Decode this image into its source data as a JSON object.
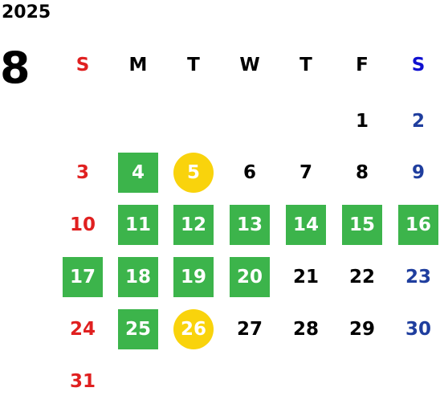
{
  "year": "2025",
  "month": "8",
  "weekdays": [
    {
      "label": "S",
      "color": "#e02020"
    },
    {
      "label": "M",
      "color": "#000000"
    },
    {
      "label": "T",
      "color": "#000000"
    },
    {
      "label": "W",
      "color": "#000000"
    },
    {
      "label": "T",
      "color": "#000000"
    },
    {
      "label": "F",
      "color": "#000000"
    },
    {
      "label": "S",
      "color": "#1010d0"
    }
  ],
  "colors": {
    "sunday": "#e02020",
    "saturday": "#1f3e9e",
    "weekday": "#000000",
    "highlight_box": "#3cb44b",
    "highlight_circle": "#f9d30c"
  },
  "weeks": [
    [
      null,
      null,
      null,
      null,
      null,
      {
        "d": "1"
      },
      {
        "d": "2"
      }
    ],
    [
      {
        "d": "3"
      },
      {
        "d": "4",
        "mark": "box"
      },
      {
        "d": "5",
        "mark": "circle"
      },
      {
        "d": "6"
      },
      {
        "d": "7"
      },
      {
        "d": "8"
      },
      {
        "d": "9"
      }
    ],
    [
      {
        "d": "10"
      },
      {
        "d": "11",
        "mark": "box"
      },
      {
        "d": "12",
        "mark": "box"
      },
      {
        "d": "13",
        "mark": "box"
      },
      {
        "d": "14",
        "mark": "box"
      },
      {
        "d": "15",
        "mark": "box"
      },
      {
        "d": "16",
        "mark": "box"
      }
    ],
    [
      {
        "d": "17",
        "mark": "box"
      },
      {
        "d": "18",
        "mark": "box"
      },
      {
        "d": "19",
        "mark": "box"
      },
      {
        "d": "20",
        "mark": "box"
      },
      {
        "d": "21"
      },
      {
        "d": "22"
      },
      {
        "d": "23"
      }
    ],
    [
      {
        "d": "24"
      },
      {
        "d": "25",
        "mark": "box"
      },
      {
        "d": "26",
        "mark": "circle"
      },
      {
        "d": "27"
      },
      {
        "d": "28"
      },
      {
        "d": "29"
      },
      {
        "d": "30"
      }
    ],
    [
      {
        "d": "31"
      },
      null,
      null,
      null,
      null,
      null,
      null
    ]
  ]
}
